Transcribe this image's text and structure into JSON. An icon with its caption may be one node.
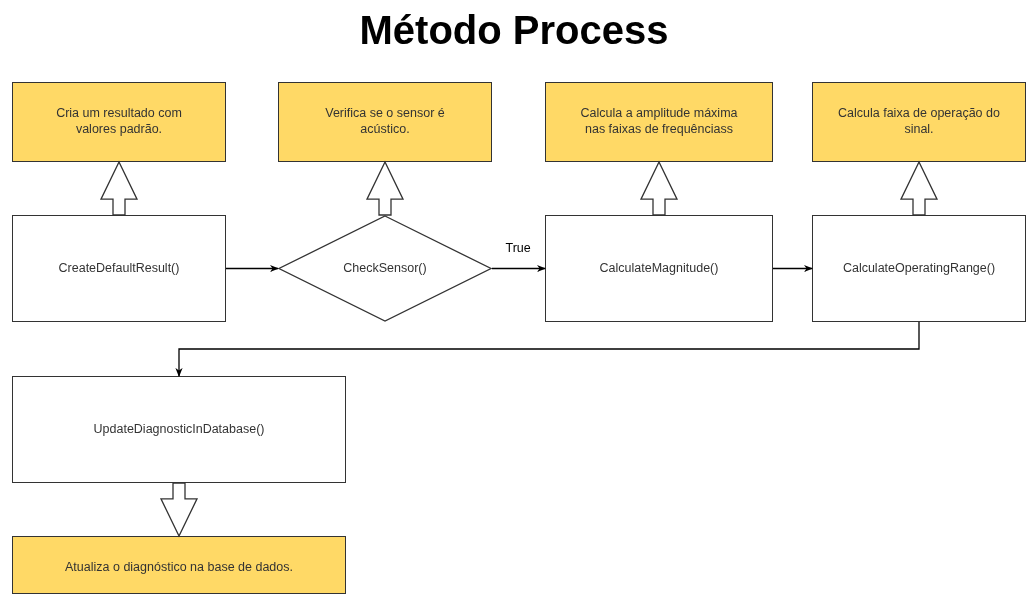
{
  "diagram": {
    "title": "Método Process",
    "nodes": [
      {
        "text": [
          "Cria um resultado com valores padrão."
        ]
      },
      {
        "text": [
          "Verifica se o sensor é acústico."
        ]
      },
      {
        "text": [
          "Calcula a amplitude máxima nas faixas de frequênciass"
        ]
      },
      {
        "text": [
          "Calcula faixa de operação do sinal."
        ]
      },
      {
        "text": [
          "CreateDefaultResult()"
        ]
      },
      {
        "text": [
          "CheckSensor()"
        ]
      },
      {
        "text": [
          "CalculateMagnitude()"
        ]
      },
      {
        "text": [
          "CalculateOperatingRange()"
        ]
      },
      {
        "text": [
          "UpdateDiagnosticInDatabase()"
        ]
      },
      {
        "text": [
          "Atualiza o diagnóstico na base de dados."
        ]
      }
    ],
    "edges": [
      {
        "from": 4,
        "to": 0,
        "arrow": "to",
        "style": "thick"
      },
      {
        "from": 4,
        "to": 5,
        "arrow": "to"
      },
      {
        "from": 5,
        "to": 1,
        "arrow": "to",
        "style": "thick"
      },
      {
        "from": 5,
        "to": 6,
        "arrow": "to",
        "label": "True"
      },
      {
        "from": 6,
        "to": 2,
        "arrow": "to",
        "style": "thick"
      },
      {
        "from": 6,
        "to": 7,
        "arrow": "to"
      },
      {
        "from": 7,
        "to": 3,
        "arrow": "to",
        "style": "thick"
      },
      {
        "from": 7,
        "to": 8,
        "arrow": "to"
      },
      {
        "from": 8,
        "to": 9,
        "arrow": "to",
        "style": "thick"
      }
    ]
  }
}
